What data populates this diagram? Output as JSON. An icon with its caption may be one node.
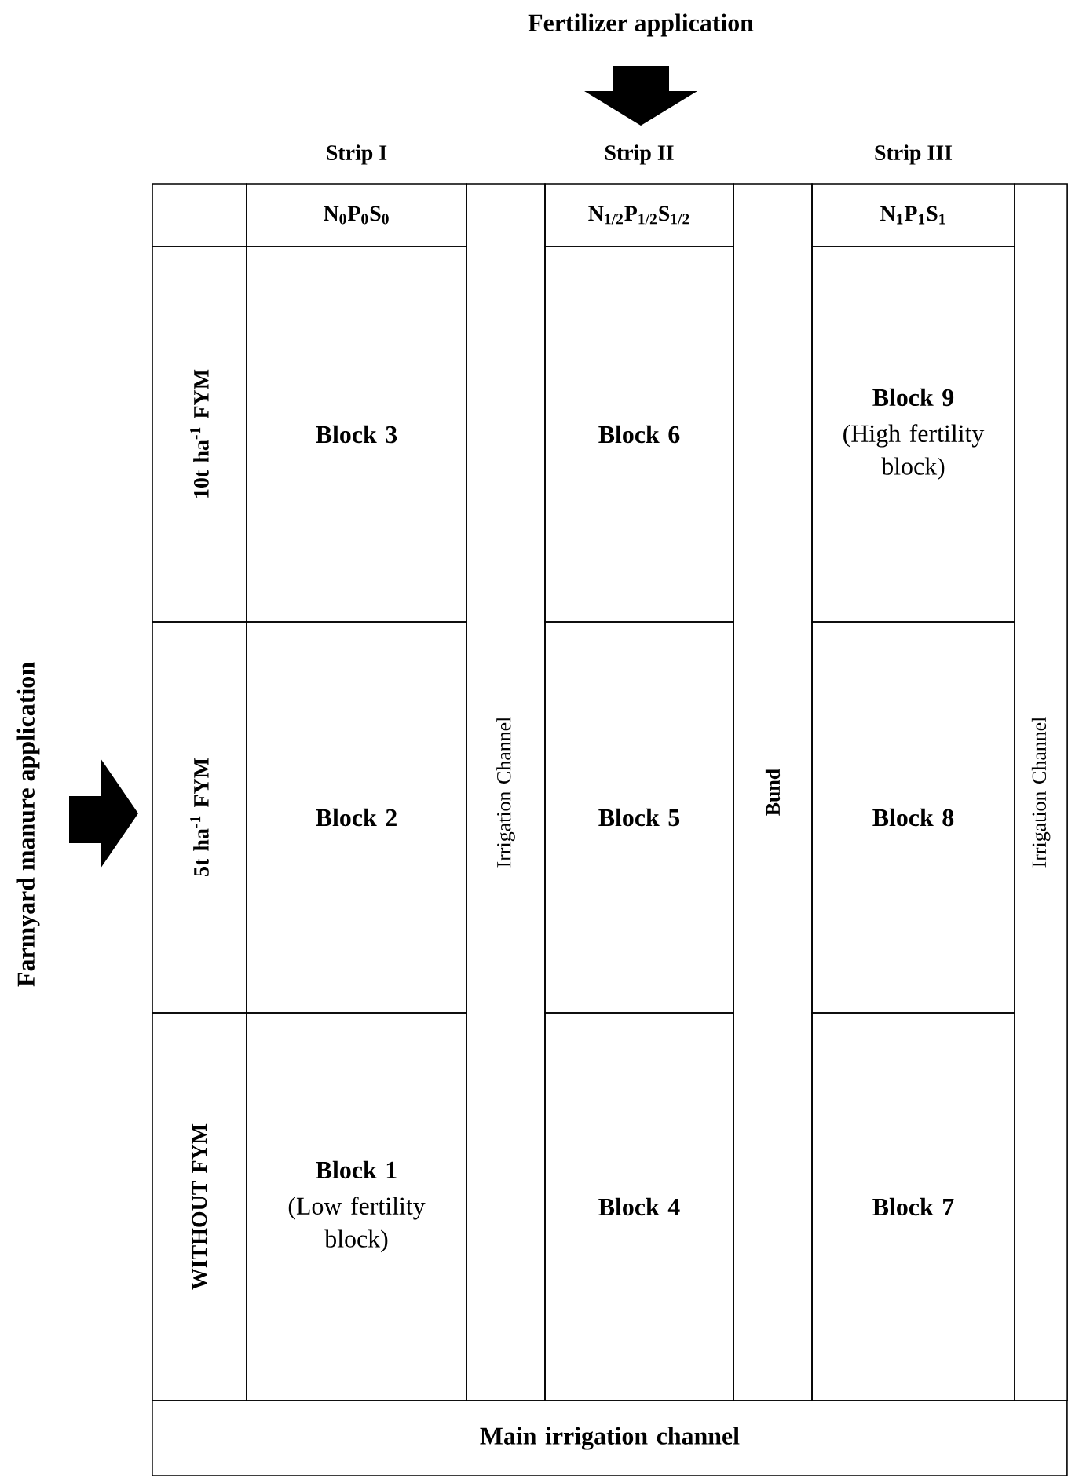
{
  "diagram": {
    "nodes": [
      {
        "text": [
          "N$_{0}$P$_{0}$S$_{0}$"
        ],
        "beside": [
          "Strip I"
        ]
      },
      {
        "text": [
          "N$_{1/2}$P$_{1/2}$S$_{1/2}$"
        ],
        "beside": [
          "Strip II"
        ]
      },
      {
        "text": [
          "N$_{1}$P$_{1}$S$_{1}$"
        ],
        "beside": [
          "Strip III"
        ]
      },
      {
        "text": [
          "10t ha$^{-1}$ FYM"
        ]
      },
      {
        "text": [
          "Block 3"
        ]
      },
      {
        "text": [
          "Irrigation Channel"
        ]
      },
      {
        "text": [
          "Block 6"
        ]
      },
      {
        "text": [
          "Bund"
        ]
      },
      {
        "text": [
          "Block 9",
          "(High fertility block)"
        ]
      },
      {
        "text": [
          "Irrigation Channel"
        ]
      },
      {
        "text": [
          "5t ha$^{-1}$ FYM"
        ]
      },
      {
        "text": [
          "Block 2"
        ]
      },
      {
        "text": [
          "Block 5"
        ]
      },
      {
        "text": [
          "Block 8"
        ]
      },
      {
        "text": [
          "WITHOUT  FYM"
        ]
      },
      {
        "text": [
          "Block 1",
          "(Low fertility block)"
        ]
      },
      {
        "text": [
          "Block 4"
        ]
      },
      {
        "text": [
          "Block 7"
        ]
      },
      {
        "text": [
          "Main irrigation channel"
        ]
      }
    ],
    "edges": [],
    "labels": [
      "Fertilizer application",
      "Farmyard manure application"
    ]
  }
}
